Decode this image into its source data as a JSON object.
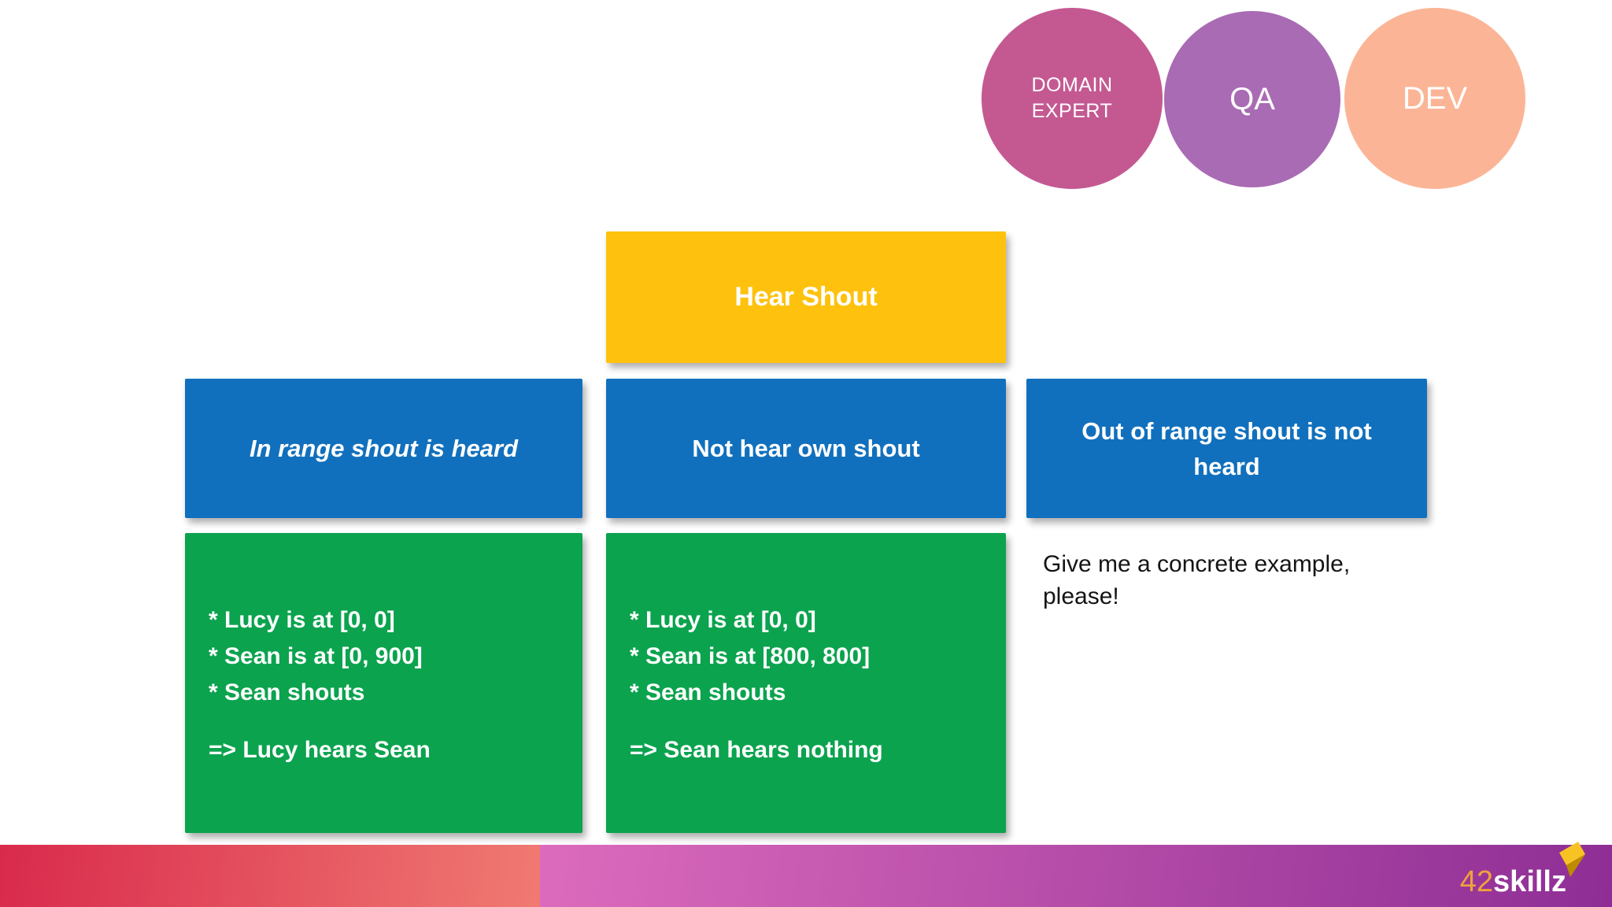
{
  "slide": {
    "roles": [
      {
        "name": "Domain Expert",
        "line1": "DOMAIN",
        "line2": "EXPERT",
        "color": "#c45992"
      },
      {
        "name": "QA",
        "line1": "QA",
        "color": "#a96bb4"
      },
      {
        "name": "Dev",
        "line1": "DEV",
        "color": "#fbb596"
      }
    ],
    "feature": {
      "title": "Hear Shout",
      "color": "#fec20e"
    },
    "rules": [
      {
        "title": "In range shout is heard",
        "color": "#1170bd",
        "style": "italic"
      },
      {
        "title": "Not hear own shout",
        "color": "#1170bd",
        "style": "normal"
      },
      {
        "title": "Out of range shout is not heard",
        "color": "#1170bd",
        "style": "normal"
      }
    ],
    "examples": [
      {
        "color": "#0ba34e",
        "steps": [
          "* Lucy is at [0, 0]",
          "* Sean is at [0, 900]",
          "* Sean shouts"
        ],
        "result": "=> Lucy hears Sean"
      },
      {
        "color": "#0ba34e",
        "steps": [
          "* Lucy is at [0, 0]",
          "* Sean is at [800, 800]",
          "* Sean shouts"
        ],
        "result": "=> Sean hears nothing"
      }
    ],
    "note": {
      "line1": "Give me a concrete example,",
      "line2": "please!"
    },
    "footer": {
      "gradient_left": [
        "#d92a4c",
        "#f07a72"
      ],
      "gradient_right": [
        "#dc6bbc",
        "#8e2e95"
      ],
      "brand": {
        "prefix": "42",
        "suffix": "skillz",
        "prefix_color": "#f0a23c",
        "suffix_color": "#ffffff",
        "flag_icon_colors": [
          "#f7c324",
          "#bd8b00"
        ]
      }
    }
  }
}
